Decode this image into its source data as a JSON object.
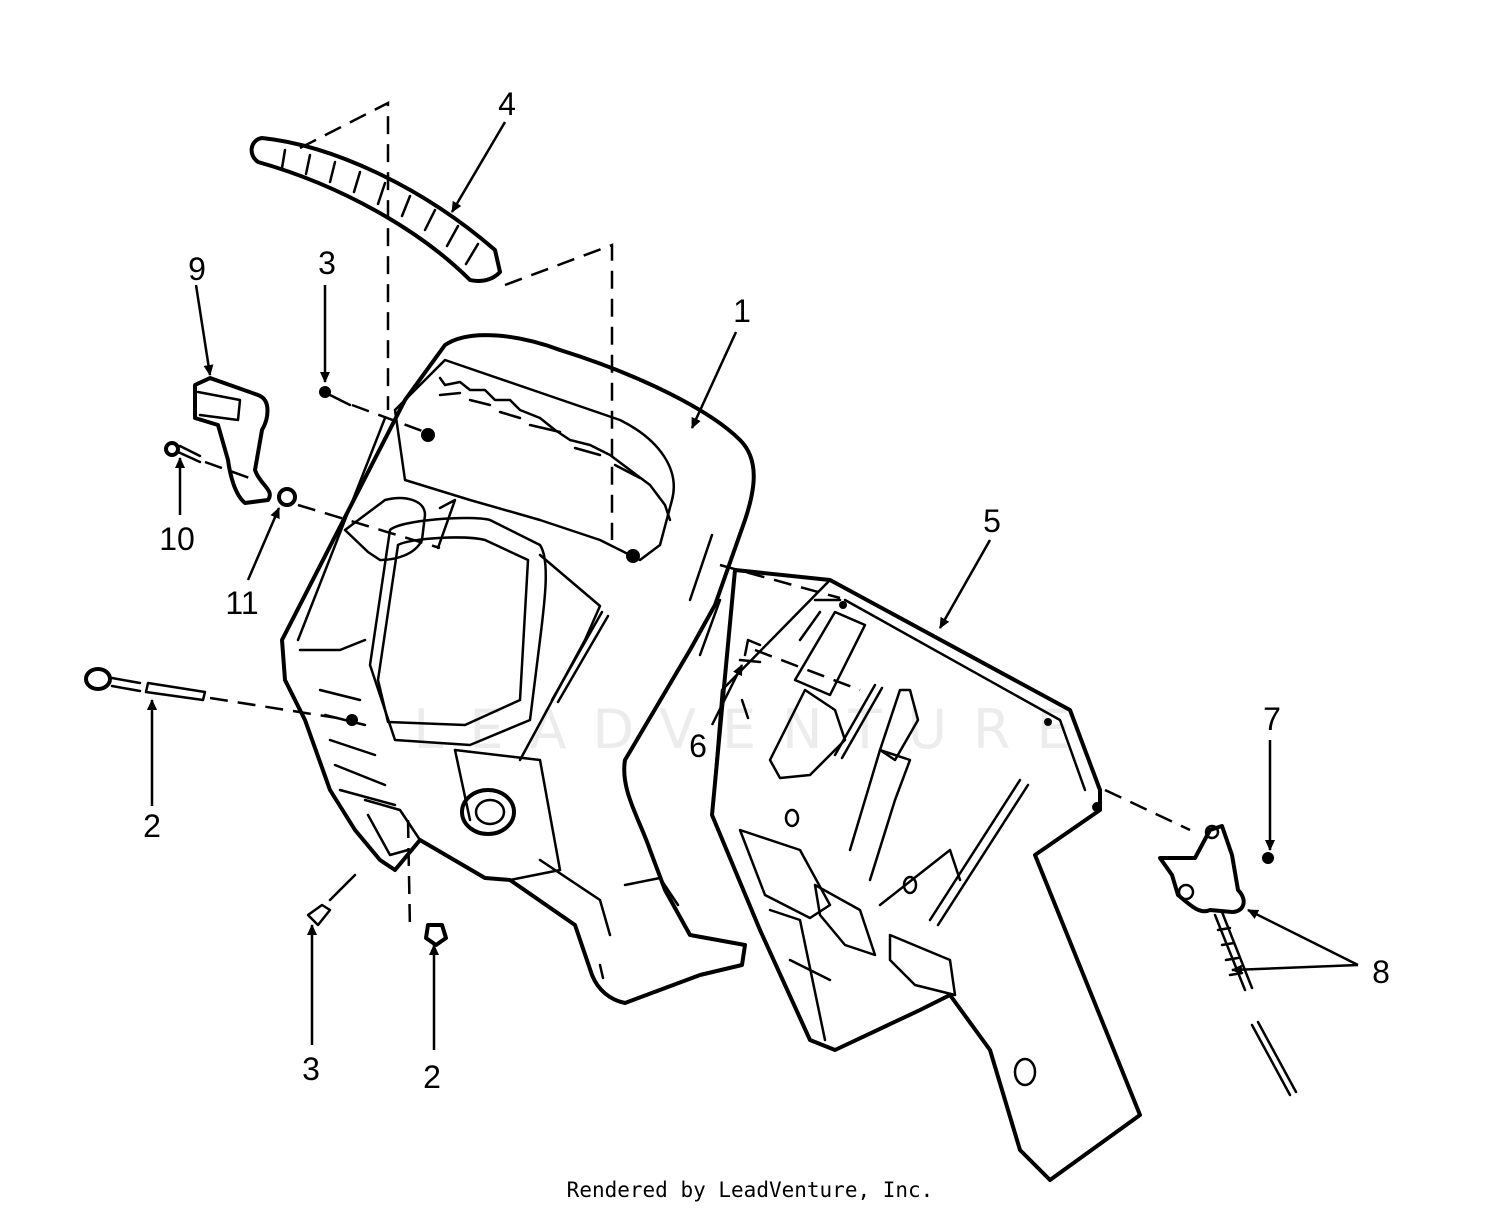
{
  "watermark": "LEADVENTURE",
  "callouts": [
    {
      "id": "callout-1",
      "label": "1"
    },
    {
      "id": "callout-2-left",
      "label": "2"
    },
    {
      "id": "callout-2-bottom",
      "label": "2"
    },
    {
      "id": "callout-3-top",
      "label": "3"
    },
    {
      "id": "callout-3-bottom",
      "label": "3"
    },
    {
      "id": "callout-4",
      "label": "4"
    },
    {
      "id": "callout-5",
      "label": "5"
    },
    {
      "id": "callout-6",
      "label": "6"
    },
    {
      "id": "callout-7",
      "label": "7"
    },
    {
      "id": "callout-8",
      "label": "8"
    },
    {
      "id": "callout-9",
      "label": "9"
    },
    {
      "id": "callout-10",
      "label": "10"
    },
    {
      "id": "callout-11",
      "label": "11"
    }
  ],
  "footer": {
    "credit": "Rendered by LeadVenture, Inc."
  }
}
